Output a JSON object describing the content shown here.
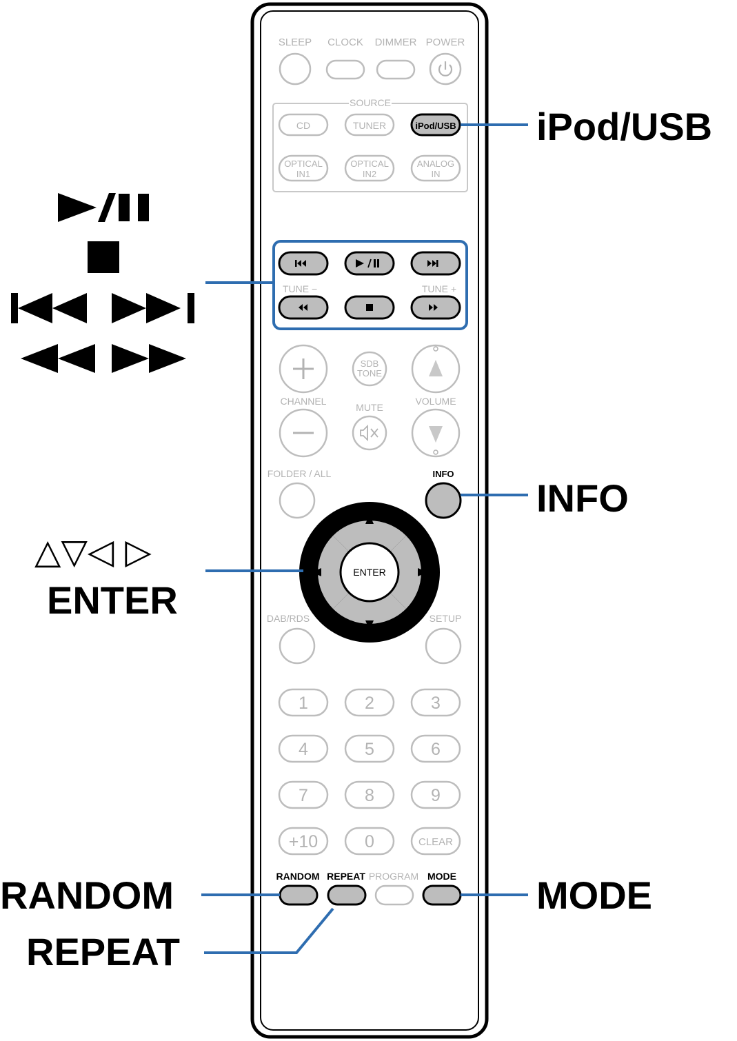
{
  "colors": {
    "callout_line": "#2e6db0",
    "highlight_fill": "#bdbdbd",
    "inactive_text": "#b3b3b3",
    "outline": "#000000"
  },
  "top_row": {
    "sleep": "SLEEP",
    "clock": "CLOCK",
    "dimmer": "DIMMER",
    "power": "POWER",
    "power_icon": "power-icon"
  },
  "source": {
    "title": "SOURCE",
    "cd": "CD",
    "tuner": "TUNER",
    "ipod_usb": "iPod/USB",
    "optical1_a": "OPTICAL",
    "optical1_b": "IN1",
    "optical2_a": "OPTICAL",
    "optical2_b": "IN2",
    "analog_a": "ANALOG",
    "analog_b": "IN"
  },
  "transport": {
    "tune_minus": "TUNE −",
    "tune_plus": "TUNE +",
    "icons": [
      "skip-back-icon",
      "play-pause-icon",
      "skip-forward-icon",
      "rewind-icon",
      "stop-icon",
      "fast-forward-icon"
    ]
  },
  "mid": {
    "sdb_a": "SDB",
    "sdb_b": "TONE",
    "channel": "CHANNEL",
    "mute": "MUTE",
    "volume": "VOLUME",
    "folder_all": "FOLDER / ALL",
    "info": "INFO",
    "enter": "ENTER",
    "dab_rds": "DAB/RDS",
    "setup": "SETUP"
  },
  "numpad": [
    "1",
    "2",
    "3",
    "4",
    "5",
    "6",
    "7",
    "8",
    "9",
    "+10",
    "0",
    "CLEAR"
  ],
  "bottom_row": {
    "random": "RANDOM",
    "repeat": "REPEAT",
    "program": "PROGRAM",
    "mode": "MODE"
  },
  "callouts": {
    "ipod_usb": "iPod/USB",
    "info": "INFO",
    "mode": "MODE",
    "random": "RANDOM",
    "repeat": "REPEAT",
    "enter": "ENTER",
    "cursor_symbols": "△▽◁ ▷",
    "transport_symbols": [
      "play-pause-symbol",
      "stop-symbol",
      "skip-back-symbol",
      "skip-forward-symbol",
      "rewind-symbol",
      "fast-forward-symbol"
    ]
  }
}
